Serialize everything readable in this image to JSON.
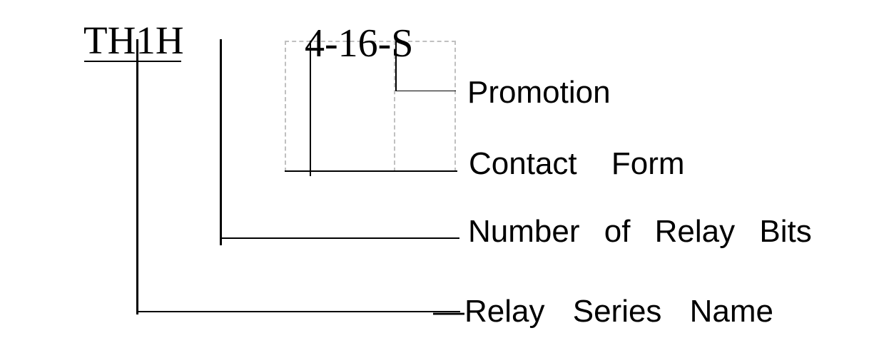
{
  "diagram": {
    "series_code": "TH1H",
    "model_code": "4-16-S",
    "labels": {
      "promotion": "Promotion",
      "contact_form": "Contact Form",
      "number_of_relay_bits": "Number of Relay Bits",
      "connector_dash": "—",
      "relay_series_name": "Relay Series Name"
    },
    "colors": {
      "line": "#000000",
      "dashed_box": "#c0c0c0",
      "background": "#ffffff",
      "text": "#000000"
    }
  }
}
